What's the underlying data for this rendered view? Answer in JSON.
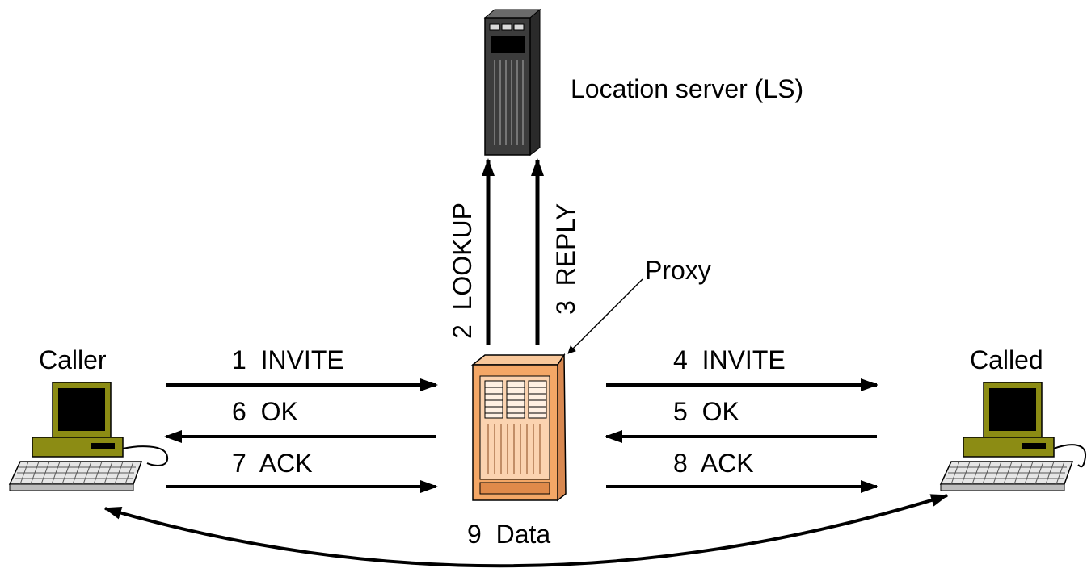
{
  "nodes": {
    "location_server": {
      "label": "Location server (LS)",
      "icon": "server-tower-icon"
    },
    "proxy": {
      "label": "Proxy",
      "icon": "proxy-server-icon"
    },
    "caller": {
      "label": "Caller",
      "icon": "desktop-computer-icon"
    },
    "called": {
      "label": "Called",
      "icon": "desktop-computer-icon"
    }
  },
  "messages": {
    "m1": "1  INVITE",
    "m2": "2  LOOKUP",
    "m3": "3  REPLY",
    "m4": "4  INVITE",
    "m5": "5  OK",
    "m6": "6  OK",
    "m7": "7  ACK",
    "m8": "8  ACK",
    "m9": "9  Data"
  },
  "colors": {
    "arrow": "#000000",
    "server_body": "#3c3c3c",
    "proxy_body": "#f4a766",
    "proxy_edge": "#c86a2a",
    "monitor_case": "#8c8c14",
    "keyboard": "#e6e6e6"
  }
}
